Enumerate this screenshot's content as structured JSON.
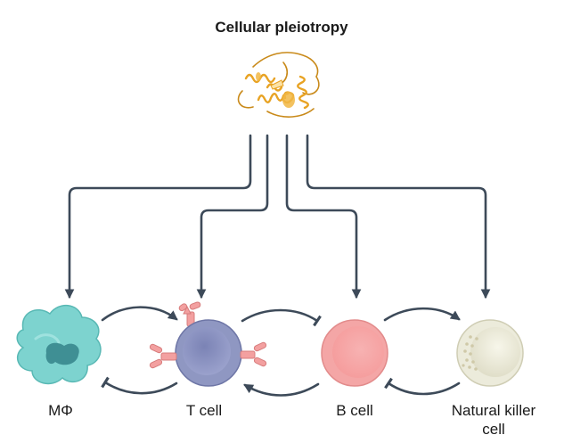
{
  "title": "Cellular pleiotropy",
  "cells": {
    "macrophage": {
      "label": "MΦ"
    },
    "t_cell": {
      "label": "T cell"
    },
    "b_cell": {
      "label": "B cell"
    },
    "nk_cell": {
      "label_line1": "Natural killer",
      "label_line2": "cell"
    }
  },
  "colors": {
    "arrow": "#3d4a59",
    "protein": "#e8a324",
    "macrophage": "#7dd3cf",
    "t_cell": "#8f97c2",
    "b_cell": "#f4a6a6",
    "nk_cell": "#ecebdb",
    "receptor": "#f3a0a0"
  }
}
